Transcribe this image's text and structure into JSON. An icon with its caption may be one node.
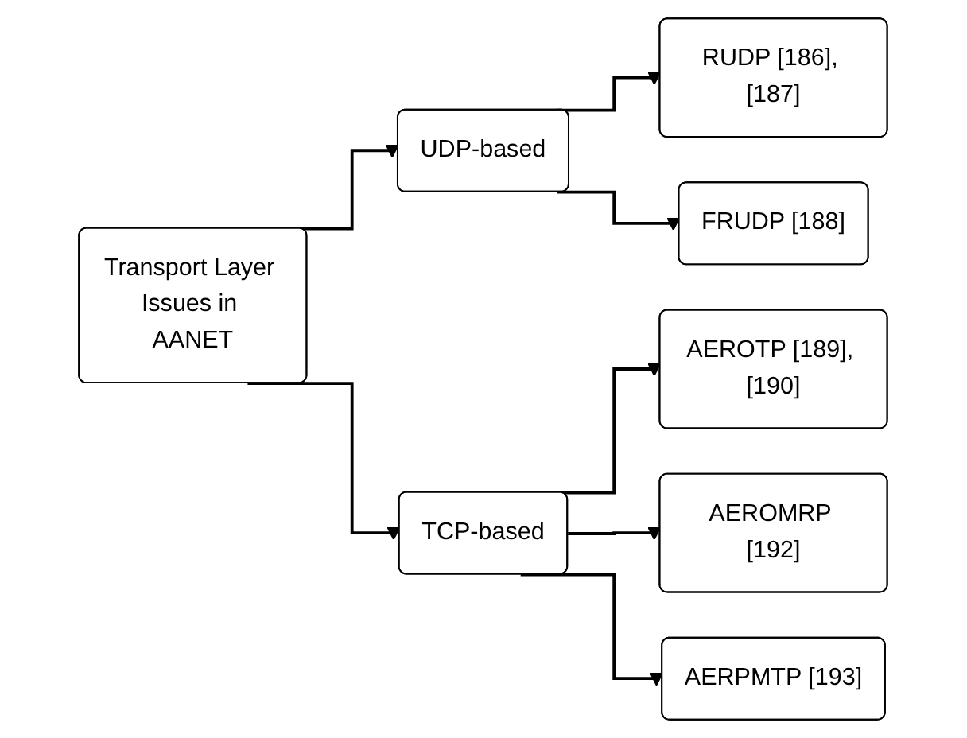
{
  "diagram": {
    "nodes": [
      {
        "text": [
          "Transport Layer Issues in AANET"
        ]
      },
      {
        "text": [
          "UDP-based"
        ]
      },
      {
        "text": [
          "TCP-based"
        ]
      },
      {
        "text": [
          "RUDP [186], [187]"
        ]
      },
      {
        "text": [
          "FRUDP [188]"
        ]
      },
      {
        "text": [
          "AEROTP [189], [190]"
        ]
      },
      {
        "text": [
          "AEROMRP [192]"
        ]
      },
      {
        "text": [
          "AERPMTP [193]"
        ]
      }
    ],
    "edges": [
      {
        "from": 0,
        "to": 1,
        "arrow": "to"
      },
      {
        "from": 0,
        "to": 2,
        "arrow": "to"
      },
      {
        "from": 1,
        "to": 3,
        "arrow": "to"
      },
      {
        "from": 1,
        "to": 4,
        "arrow": "to"
      },
      {
        "from": 2,
        "to": 5,
        "arrow": "to"
      },
      {
        "from": 2,
        "to": 6,
        "arrow": "to"
      },
      {
        "from": 2,
        "to": 7,
        "arrow": "to"
      }
    ]
  }
}
